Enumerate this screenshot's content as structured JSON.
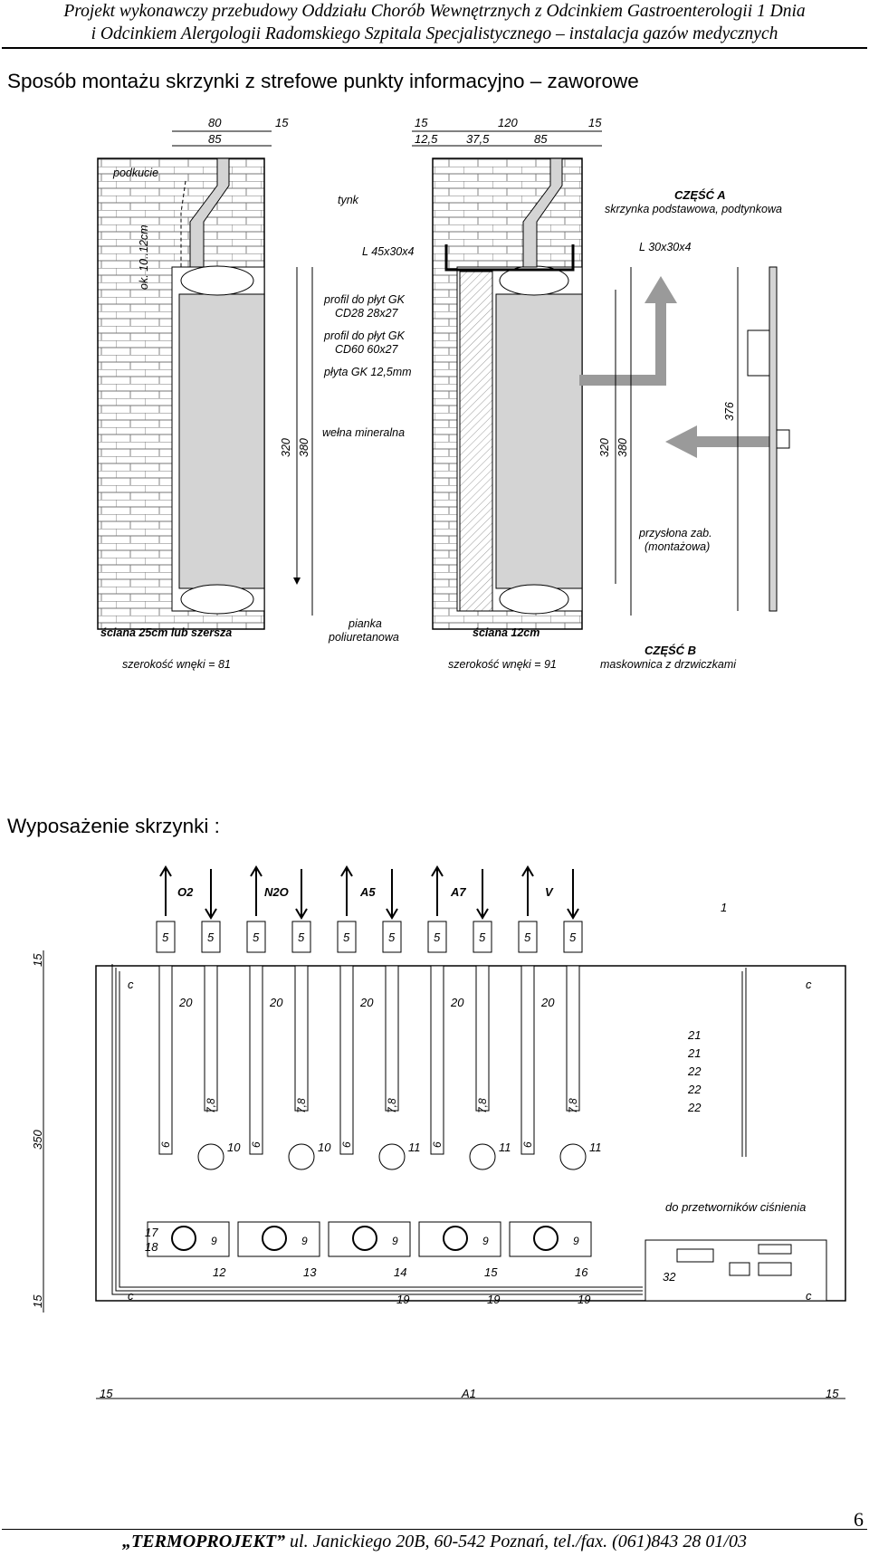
{
  "header": {
    "line1": "Projekt wykonawczy przebudowy Oddziału Chorób Wewnętrznych z Odcinkiem Gastroenterologii 1 Dnia",
    "line2": "i Odcinkiem Alergologii Radomskiego Szpitala Specjalistycznego – instalacja gazów medycznych"
  },
  "section1_title": "Sposób montażu skrzynki z strefowe punkty informacyjno – zaworowe",
  "section2_title": "Wyposażenie skrzynki :",
  "drawing1": {
    "dims_left_top": [
      "80",
      "15",
      "85"
    ],
    "dims_right_top": [
      "15",
      "120",
      "15",
      "12,5",
      "37,5",
      "85"
    ],
    "labels": {
      "podkucie": "podkucie",
      "tynk": "tynk",
      "ok": "ok. 10..12cm",
      "czesc_a": "CZĘŚĆ A",
      "czesc_a_sub": "skrzynka podstawowa, podtynkowa",
      "l45": "L 45x30x4",
      "l30": "L 30x30x4",
      "profil1a": "profil do płyt GK",
      "profil1b": "CD28 28x27",
      "profil2a": "profil do płyt GK",
      "profil2b": "CD60 60x27",
      "plyta": "płyta GK 12,5mm",
      "welna": "wełna mineralna",
      "d320": "320",
      "d380": "380",
      "d376": "376",
      "przyslona1": "przysłona  zab.",
      "przyslona2": "(montażowa)",
      "sciana1": "ściana 25cm lub szersza",
      "pianka1": "pianka",
      "pianka2": "poliuretanowa",
      "sciana2": "ściana 12cm",
      "szer1": "szerokość wnęki = 81",
      "szer2": "szerokość wnęki = 91",
      "czesc_b": "CZĘŚĆ  B",
      "czesc_b_sub": "maskownica z drzwiczkami"
    }
  },
  "drawing2": {
    "gases": [
      "O2",
      "N2O",
      "A5",
      "A7",
      "V"
    ],
    "pipe_dn": "5",
    "dn20": "20",
    "dn6": "6",
    "dn78": "7,8",
    "dn9": "9",
    "item1": "1",
    "items_10_11": [
      "10",
      "10",
      "11",
      "11",
      "11"
    ],
    "items_bottom": [
      "12",
      "13",
      "14",
      "15",
      "16"
    ],
    "items_17_18": [
      "17",
      "18"
    ],
    "item19": "19",
    "items_21_22": [
      "21",
      "21",
      "22",
      "22",
      "22"
    ],
    "przetworniki": "do przetworników ciśnienia",
    "item32": "32",
    "c": "c",
    "dim_15": "15",
    "dim_350": "350",
    "dim_a1": "A1"
  },
  "footer": {
    "company": "„TERMOPROJEKT”",
    "address": " ul. Janickiego 20B, 60-542 Poznań, tel./fax. (061)843 28 01/03"
  },
  "page_number": "6"
}
